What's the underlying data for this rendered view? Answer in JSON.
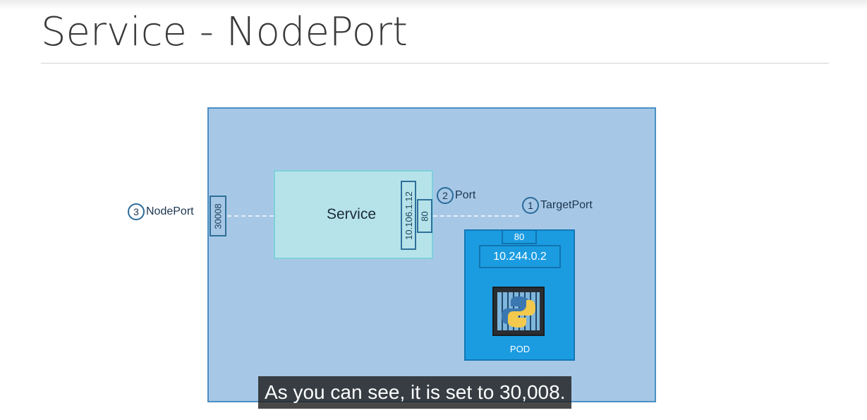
{
  "slide": {
    "title": "Service - NodePort"
  },
  "diagram": {
    "service_label": "Service",
    "service_ip": "10.106.1.12",
    "service_port": "80",
    "node_port": "30008",
    "pod_port": "80",
    "pod_ip": "10.244.0.2",
    "pod_label": "POD",
    "callouts": {
      "nodeport": {
        "number": "3",
        "label": "NodePort"
      },
      "port": {
        "number": "2",
        "label": "Port"
      },
      "targetport": {
        "number": "1",
        "label": "TargetPort"
      }
    },
    "icons": {
      "pod_icon": "python-container-icon"
    },
    "colors": {
      "node_fill": "#a6c8e6",
      "service_fill": "#b6e3ea",
      "pod_fill": "#1b9ce1"
    }
  },
  "subtitle": {
    "text": "As you can see, it is set to 30,008."
  }
}
